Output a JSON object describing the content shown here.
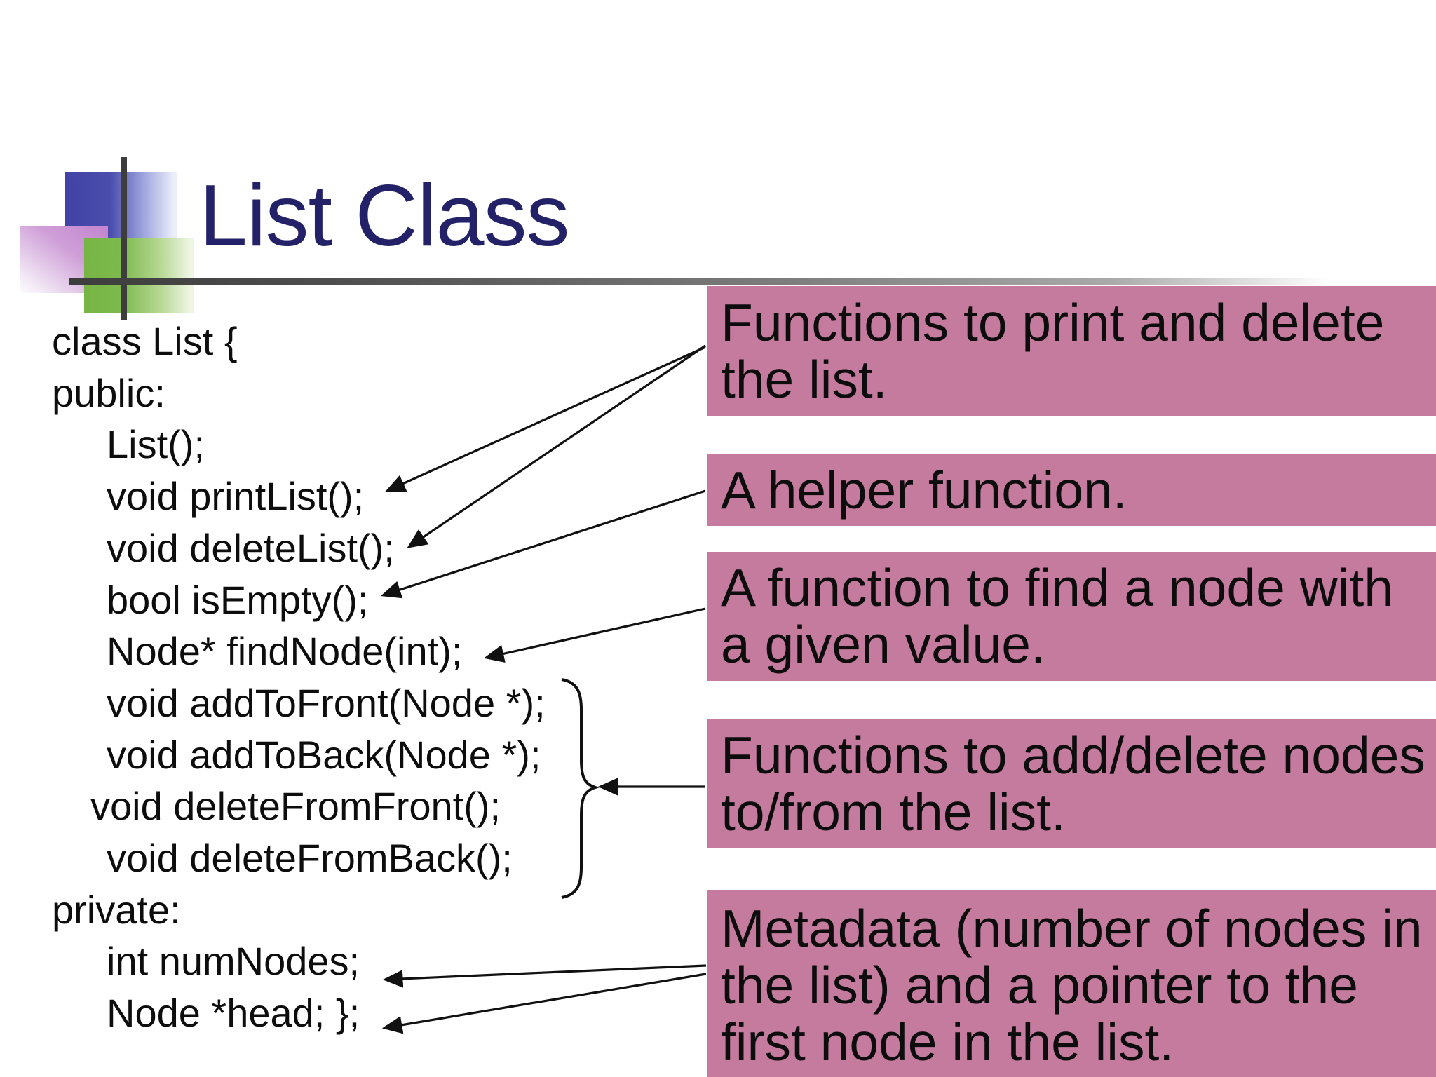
{
  "slide": {
    "title": "List Class"
  },
  "code": {
    "lines": [
      {
        "text": "class List {"
      },
      {
        "text": "public:"
      },
      {
        "text": "List();"
      },
      {
        "text": "void printList();"
      },
      {
        "text": "void deleteList();"
      },
      {
        "text": "bool isEmpty();"
      },
      {
        "text": "Node* findNode(int);"
      },
      {
        "text": "void addToFront(Node *);"
      },
      {
        "text": "void addToBack(Node *);"
      },
      {
        "text": "void deleteFromFront();"
      },
      {
        "text": "void deleteFromBack();"
      },
      {
        "text": "private:"
      },
      {
        "text": "int numNodes;"
      },
      {
        "text": "Node *head; };"
      }
    ]
  },
  "callouts": [
    {
      "text": "Functions to print and delete the list."
    },
    {
      "text": "A helper function."
    },
    {
      "text": "A function to find a node with a given value."
    },
    {
      "text": "Functions to add/delete nodes to/from the list."
    },
    {
      "text": "Metadata (number of nodes in the list) and a pointer to the first node in the list."
    }
  ],
  "colors": {
    "title_text": "#232168",
    "callout_background": "#c57b9d",
    "body_text": "#0d0d0d",
    "crosshair_rule": "#3d3d3d",
    "logo_blue": "#4143a5",
    "logo_violet": "#c487cf",
    "logo_green": "#76b544",
    "arrow": "#111111",
    "background": "#ffffff"
  }
}
